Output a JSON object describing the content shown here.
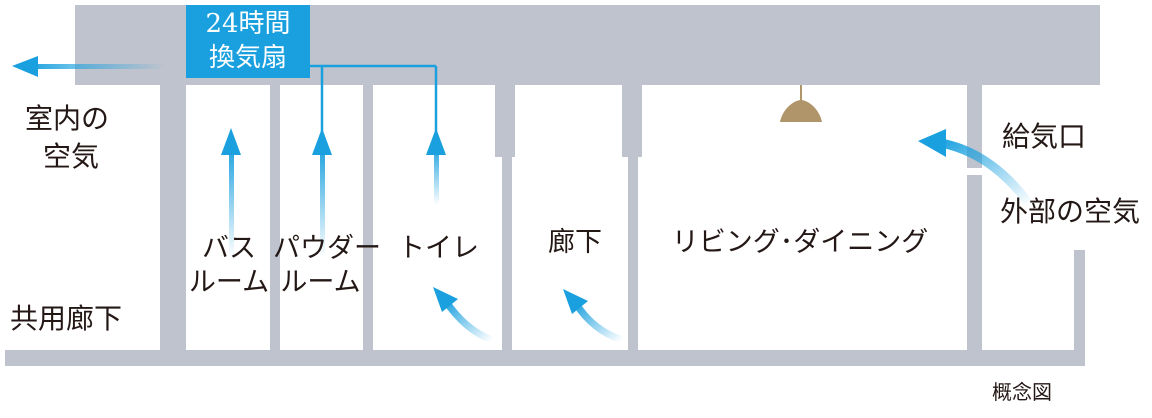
{
  "colors": {
    "wall": "#bfc3cd",
    "air_blue": "#1aa0de",
    "lamp": "#b0946a",
    "text": "#231815"
  },
  "fan": {
    "line1": "24時間",
    "line2": "換気扇"
  },
  "labels": {
    "indoor_air_1": "室内の",
    "indoor_air_2": "空気",
    "common_corridor": "共用廊下",
    "bath_1": "バス",
    "bath_2": "ルーム",
    "powder_1": "パウダー",
    "powder_2": "ルーム",
    "toilet": "トイレ",
    "hallway": "廊下",
    "living_dining": "リビング･ダイニング",
    "supply_port": "給気口",
    "outside_air": "外部の空気",
    "caption": "概念図"
  }
}
